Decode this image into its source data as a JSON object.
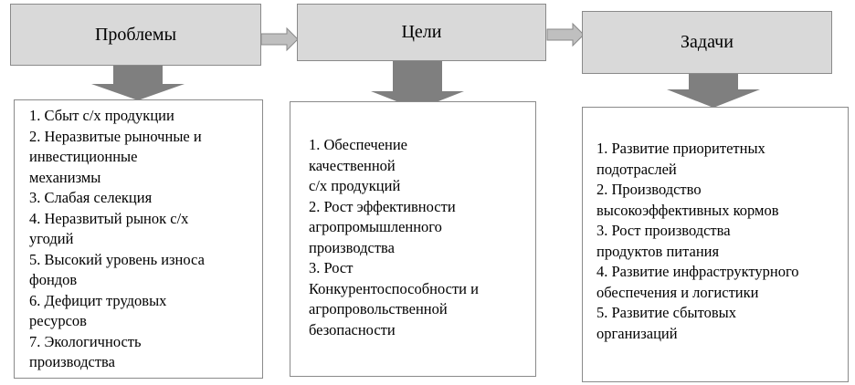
{
  "columns": [
    {
      "title": "Проблемы",
      "items": [
        "1. Сбыт с/х продукции",
        "2. Неразвитые рыночные и\nинвестиционные\nмеханизмы",
        "3. Слабая селекция",
        "4. Неразвитый рынок с/х\nугодий",
        "5. Высокий уровень износа\nфондов",
        "6. Дефицит трудовых\nресурсов",
        "7. Экологичность\nпроизводства"
      ]
    },
    {
      "title": "Цели",
      "items": [
        "1. Обеспечение\nкачественной\nс/х продукций",
        "2. Рост эффективности\nагропромышленного\nпроизводства",
        "3. Рост\n Конкурентоспособности и\nагропровольственной\nбезопасности"
      ]
    },
    {
      "title": "Задачи",
      "items": [
        "1. Развитие приоритетных\nподотраслей",
        "2. Производство\nвысокоэффективных кормов",
        "3. Рост производства\nпродуктов питания",
        "4. Развитие инфраструктурного\nобеспечения и логистики",
        "5. Развитие сбытовых\nорганизаций"
      ]
    }
  ],
  "colors": {
    "header_fill": "#d9d9d9",
    "arrow_fill": "#7f7f7f",
    "border": "#8a8a8a",
    "box_fill": "#ffffff"
  }
}
